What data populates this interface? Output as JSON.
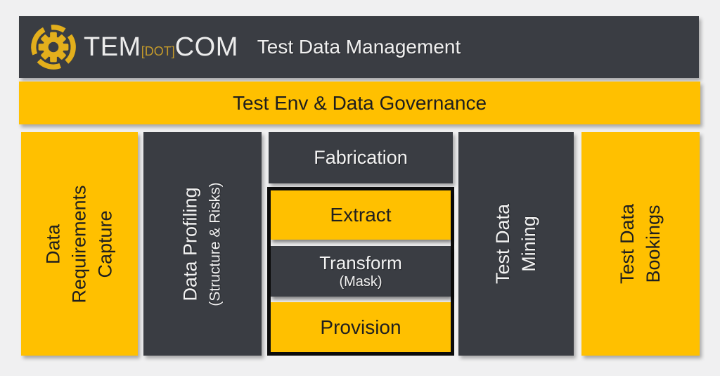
{
  "colors": {
    "gold": "#ffc000",
    "dark_panel": "#3a3d43",
    "logo_gold": "#e3af1c",
    "logo_dot_text": "#c49a2b",
    "group_border": "#0c0c0c",
    "page_background": "#f0f0f1"
  },
  "header": {
    "logo": {
      "tem": "TEM",
      "dot": "[DOT]",
      "com": "COM",
      "icon": "gear-logo-icon"
    },
    "title": "Test Data Management"
  },
  "governance_bar": {
    "label": "Test Env & Data Governance"
  },
  "columns": {
    "requirements": {
      "lines": [
        "Data",
        "Requirements",
        "Capture"
      ]
    },
    "profiling": {
      "line": "Data Profiling",
      "subline": "(Structure & Risks)"
    },
    "mining": {
      "lines": [
        "Test Data",
        "Mining"
      ]
    },
    "bookings": {
      "lines": [
        "Test Data",
        "Bookings"
      ]
    }
  },
  "pipeline": {
    "fabrication_label": "Fabrication",
    "extract_label": "Extract",
    "transform_label": "Transform",
    "transform_sub": "(Mask)",
    "provision_label": "Provision"
  }
}
